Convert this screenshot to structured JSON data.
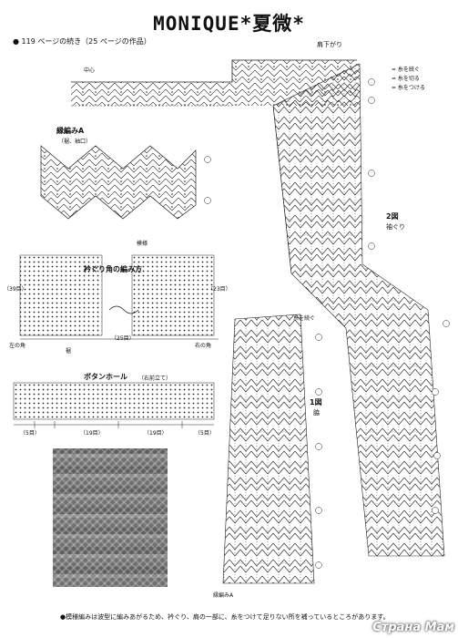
{
  "title": "MONIQUE*夏微*",
  "page_note": "● 119 ページの続き（25 ページの作品）",
  "labels": {
    "center": "中心",
    "shoulder": "肩下がり",
    "border_a": "縁編みA",
    "border_a_sub": "（裾、袖口）",
    "pattern_start": "模様",
    "neck_corner": "衿ぐり角の編み方",
    "rows_left": "（39目）",
    "rows_right": "（23目）",
    "left_corner": "左の角",
    "right_corner": "右の角",
    "skip": "（25目）",
    "hem": "裾",
    "buttonhole": "ボタンホール",
    "buttonhole_sub": "（右前立て）",
    "b1": "（5目）",
    "b2": "（19目）",
    "b3": "（19目）",
    "b4": "（5目）",
    "fig2": "2図",
    "fig2_sub": "袖ぐり",
    "fig1": "1図",
    "fig1_sub": "脇",
    "connect": "糸を続ぐ",
    "border_a_bottom": "縁編みA"
  },
  "legend": [
    "= 糸を続ぐ",
    "= 糸を切る",
    "= 糸をつける"
  ],
  "footnote": "●模様編みは波型に編みあがるため、衿ぐり、肩の一部に、糸をつけて足りない所を補っているところがあります。記号",
  "watermark": "Страна Мам",
  "icons": {
    "bullet": "black-circle-icon",
    "arrow": "arrow-icon"
  }
}
